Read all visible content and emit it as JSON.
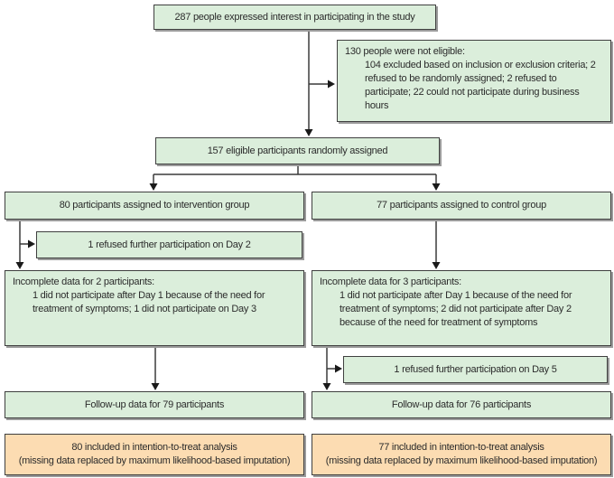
{
  "colors": {
    "box_fill_green": "#dbeedb",
    "box_fill_orange": "#fcdcb2",
    "box_border": "#3f3f3f",
    "box_shadow": "#9b9b9b",
    "line_color": "#3a3a3a",
    "text_color": "#2b2b2b",
    "page_bg": "#ffffff"
  },
  "flowchart": {
    "enrollment": {
      "interest": "287 people expressed interest in participating in the study",
      "not_eligible": {
        "summary": "130 people were not eligible:",
        "detail": "104 excluded based on inclusion or exclusion criteria; 2 refused to be randomly assigned; 2 refused to participate; 22 could not participate during business hours"
      },
      "randomized": "157 eligible participants randomly assigned"
    },
    "intervention": {
      "assigned": "80 participants assigned to intervention group",
      "refused": "1 refused further participation on Day 2",
      "incomplete": {
        "summary": "Incomplete data for 2 participants:",
        "detail": "1 did not participate after Day 1 because of the need for treatment of symptoms; 1 did not participate on Day 3"
      },
      "followup": "Follow-up data for 79 participants",
      "itt": {
        "line1": "80 included in intention-to-treat analysis",
        "line2": "(missing data replaced by maximum likelihood-based imputation)"
      }
    },
    "control": {
      "assigned": "77 participants assigned to control group",
      "incomplete": {
        "summary": "Incomplete data for 3 participants:",
        "detail": "1 did not participate after Day 1 because of the need for treatment of symptoms; 2 did not participate after Day 2 because of the need for treatment of symptoms"
      },
      "refused": "1 refused further participation on Day 5",
      "followup": "Follow-up data for 76 participants",
      "itt": {
        "line1": "77 included in intention-to-treat analysis",
        "line2": "(missing data replaced by maximum likelihood-based imputation)"
      }
    }
  }
}
